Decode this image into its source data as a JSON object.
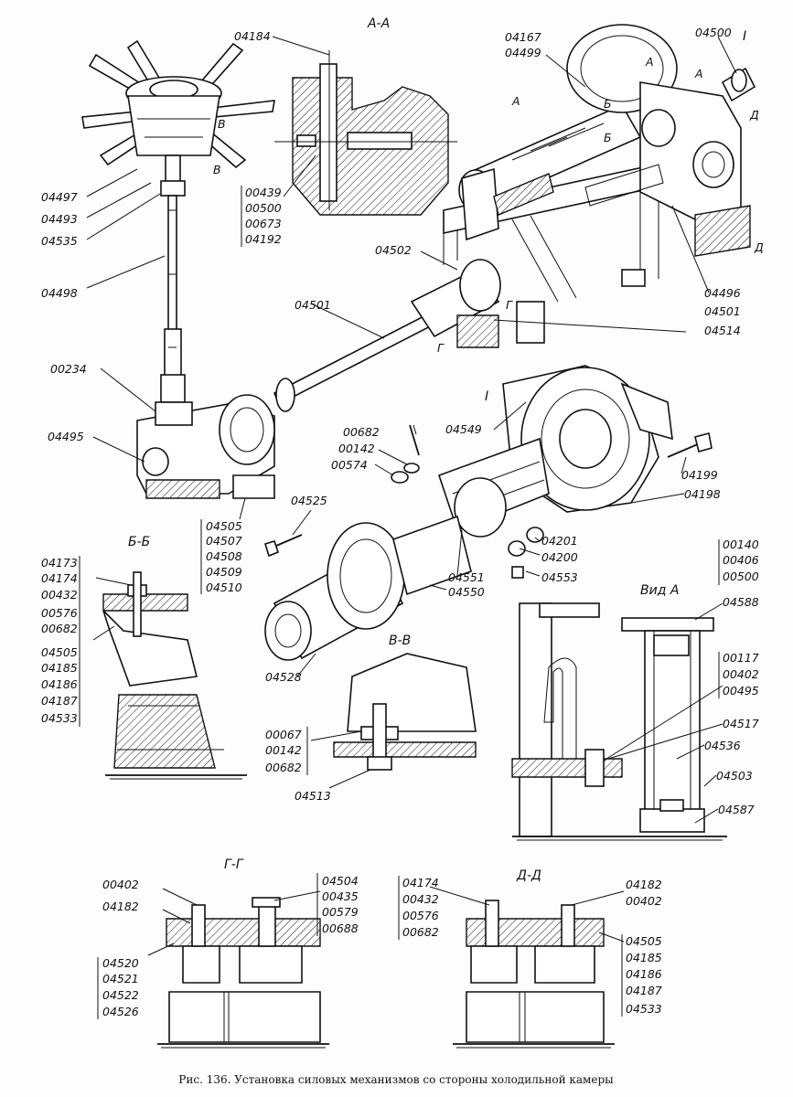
{
  "caption": "Рис. 136. Установка силовых механизмов со стороны холодильной камеры",
  "section_titles": {
    "aa": "А-А",
    "bb": "Б-Б",
    "vv": "В-В",
    "gg": "Г-Г",
    "dd": "Д-Д",
    "view_a": "Вид А",
    "detail_i": "I",
    "detail_i_top": "I"
  },
  "section_marks": {
    "a1": "А",
    "a2": "А",
    "a3": "А",
    "b1": "Б",
    "b2": "Б",
    "v1": "В",
    "v2": "В",
    "g1": "Г",
    "g2": "Г",
    "d1": "Д",
    "d2": "Д"
  },
  "part_numbers": {
    "fan_group": [
      "04497",
      "04493",
      "04535"
    ],
    "shaft_vertical": "04498",
    "housing_top": "00234",
    "reducer": "04495",
    "reducer_bolts": [
      "04505",
      "04507",
      "04508",
      "04509",
      "04510"
    ],
    "shaft_horizontal": "04501",
    "coupling": "04502",
    "aa_top": "04184",
    "aa_group": [
      "00439",
      "00500",
      "00673",
      "04192"
    ],
    "top_right_group": [
      "04167",
      "04499"
    ],
    "top_right_flange": "04500",
    "right_group": [
      "04496",
      "04501",
      "04514"
    ],
    "pin_group": [
      "00682",
      "00142",
      "00574"
    ],
    "bolt_left": "04525",
    "hub": "04549",
    "bolt_right": "04199",
    "flange_right": "04198",
    "nut_group": [
      "04201",
      "04200",
      "04553"
    ],
    "splines": [
      "04551",
      "04550"
    ],
    "sleeve": "04528",
    "bb_top": [
      "04173",
      "04174",
      "00432",
      "00576",
      "00682"
    ],
    "bb_bottom": [
      "04505",
      "04185",
      "04186",
      "04187",
      "04533"
    ],
    "vv_group": [
      "00067",
      "00142",
      "00682"
    ],
    "vv_bottom": "04513",
    "viewa_top": [
      "00140",
      "00406",
      "00500"
    ],
    "viewa_plate": "04588",
    "viewa_mid": [
      "00117",
      "00402",
      "00495"
    ],
    "viewa_517": "04517",
    "viewa_536": "04536",
    "viewa_503": "04503",
    "viewa_587": "04587",
    "gg_left_top": [
      "00402",
      "04182"
    ],
    "gg_right_top": [
      "04504",
      "00435",
      "00579",
      "00688"
    ],
    "gg_bottom": [
      "04520",
      "04521",
      "04522",
      "04526"
    ],
    "dd_left": [
      "04174",
      "00432",
      "00576",
      "00682"
    ],
    "dd_right_top": [
      "04182",
      "00402"
    ],
    "dd_right_bottom": [
      "04505",
      "04185",
      "04186",
      "04187",
      "04533"
    ]
  }
}
